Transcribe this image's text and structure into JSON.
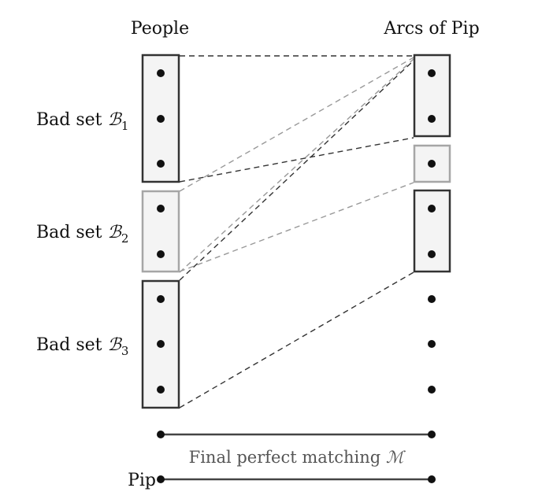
{
  "headers": {
    "left": "People",
    "right": "Arcs of Pip"
  },
  "bad_sets": [
    {
      "prefix": "Bad set ",
      "symbol": "ℬ",
      "index": "1"
    },
    {
      "prefix": "Bad set ",
      "symbol": "ℬ",
      "index": "2"
    },
    {
      "prefix": "Bad set ",
      "symbol": "ℬ",
      "index": "3"
    }
  ],
  "caption": {
    "text": "Final perfect matching ",
    "symbol": "ℳ"
  },
  "pip_label": "Pip",
  "colors": {
    "dark_box": "#333333",
    "light_box": "#a6a6a6",
    "box_fill": "#f4f4f4",
    "dark_dash": "#333333",
    "light_dash": "#999999",
    "dot": "#111111",
    "solid_line": "#444444"
  }
}
